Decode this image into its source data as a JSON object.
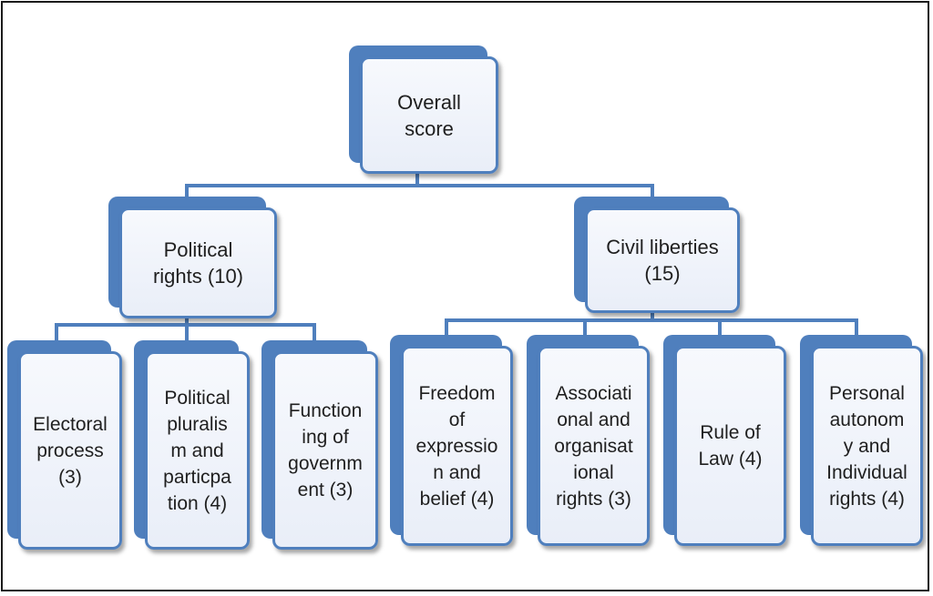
{
  "colors": {
    "accent": "#4f7fbd",
    "box_fill": "#eef2fa",
    "connector": "#4f7fbd",
    "text": "#1f1f1f"
  },
  "root": {
    "label": "Overall\nscore"
  },
  "branches": [
    {
      "label": "Political\nrights (10)",
      "children": [
        {
          "label": "Electoral\nprocess\n(3)"
        },
        {
          "label": "Political\npluralis\nm and\nparticpa\ntion (4)"
        },
        {
          "label": "Function\ning of\ngovernm\nent (3)"
        }
      ]
    },
    {
      "label": "Civil liberties\n(15)",
      "children": [
        {
          "label": "Freedom\nof\nexpressio\nn and\nbelief (4)"
        },
        {
          "label": "Associati\nonal and\norganisat\nional\nrights (3)"
        },
        {
          "label": "Rule of\nLaw (4)"
        },
        {
          "label": "Personal\nautonom\ny and\nIndividual\nrights (4)"
        }
      ]
    }
  ]
}
